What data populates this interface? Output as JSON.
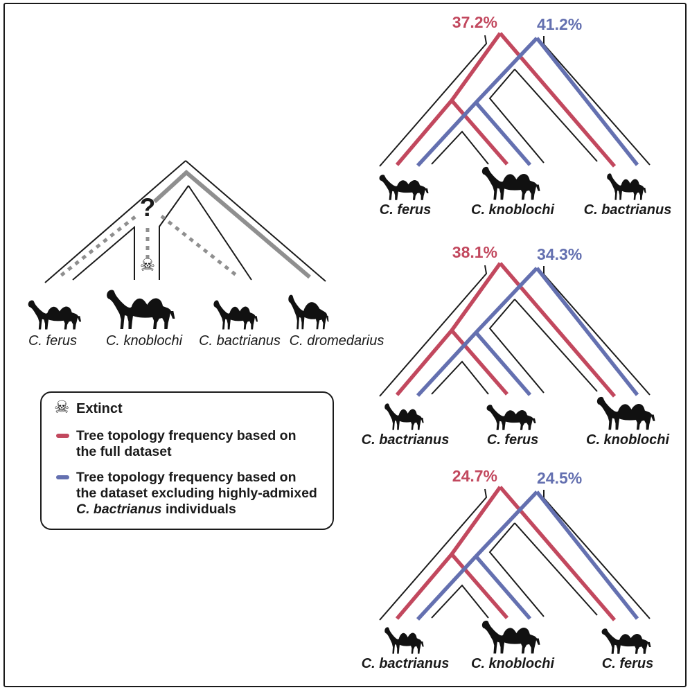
{
  "colors": {
    "red": "#c2485e",
    "blue": "#6470b0",
    "gray": "#8f8f8f",
    "line": "#1a1a1a",
    "camel": "#111111"
  },
  "main_tree": {
    "question_mark": "?",
    "extinct_symbol": "☠",
    "species": [
      {
        "label": "C. ferus"
      },
      {
        "label": "C. knoblochi"
      },
      {
        "label": "C. bactrianus"
      },
      {
        "label": "C. dromedarius"
      }
    ]
  },
  "trees": {
    "items": [
      {
        "red_pct": "37.2%",
        "blue_pct": "41.2%",
        "species": [
          "C. ferus",
          "C. knoblochi",
          "C. bactrianus"
        ]
      },
      {
        "red_pct": "38.1%",
        "blue_pct": "34.3%",
        "species": [
          "C. bactrianus",
          "C. ferus",
          "C. knoblochi"
        ]
      },
      {
        "red_pct": "24.7%",
        "blue_pct": "24.5%",
        "species": [
          "C. bactrianus",
          "C. knoblochi",
          "C. ferus"
        ]
      }
    ]
  },
  "legend": {
    "extinct_symbol": "☠",
    "extinct_label": "Extinct",
    "red_item": {
      "line1": "Tree topology frequency based on",
      "line2": "the full dataset"
    },
    "blue_item": {
      "line1": "Tree topology frequency based on",
      "line2": "the dataset excluding highly-admixed",
      "line3_italic": "C. bactrianus",
      "line3_rest": " individuals"
    }
  }
}
